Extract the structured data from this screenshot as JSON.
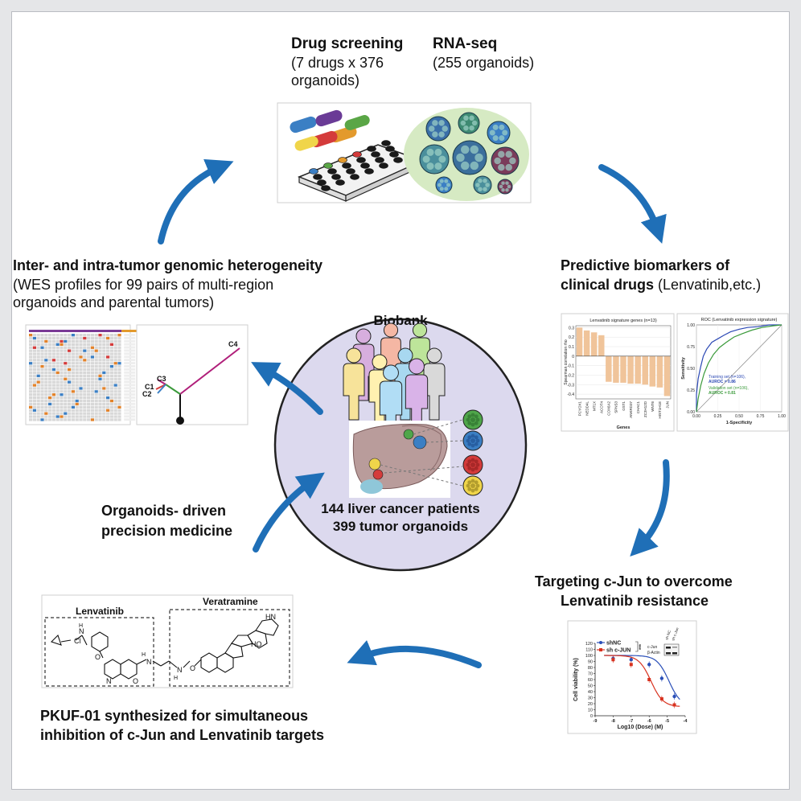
{
  "colors": {
    "arrow": "#1f6fb7",
    "biobank_fill": "#dcd9ee",
    "organoid_bg": "#d6eac3",
    "bar": "#f0c49a",
    "shNC": "#2a4fb8",
    "shcJUN": "#d8321f",
    "training": "#2b48b4",
    "validation": "#3a9a3a"
  },
  "drug_screening": {
    "title": "Drug screening",
    "detail_line1": "(7 drugs x 376",
    "detail_line2": "organoids)"
  },
  "rnaseq": {
    "title": "RNA-seq",
    "detail": "(255 organoids)"
  },
  "heterogeneity": {
    "title": "Inter- and intra-tumor genomic heterogeneity",
    "detail_line1": "(WES profiles for 99 pairs of multi-region",
    "detail_line2": "organoids and parental tumors)",
    "tree_labels": [
      "C4",
      "C3",
      "C1",
      "C2"
    ]
  },
  "biomarkers": {
    "title_line1": "Predictive biomarkers of",
    "title_line2": "clinical drugs",
    "title_suffix": " (Lenvatinib,etc.)"
  },
  "biobank": {
    "title": "Biobank",
    "line1": "144 liver cancer patients",
    "line2": "399 tumor organoids"
  },
  "precision": {
    "line1": "Organoids- driven",
    "line2": "precision medicine"
  },
  "cjun": {
    "line1": "Targeting c-Jun to overcome",
    "line2": "Lenvatinib resistance"
  },
  "pkuf": {
    "line1": "PKUF-01 synthesized for simultaneous",
    "line2": "inhibition of c-Jun and Lenvatinib targets",
    "lenvatinib_label": "Lenvatinib",
    "veratramine_label": "Veratramine",
    "atoms": [
      "Cl",
      "N",
      "H",
      "O",
      "N",
      "O",
      "H",
      "N",
      "H",
      "N",
      "O",
      "HN",
      "HO"
    ]
  },
  "chart_data": [
    {
      "type": "bar",
      "title": "Lenvatinib signature genes (n=13)",
      "xlabel": "Genes",
      "ylabel": "Spearman correlation rho",
      "categories": [
        "PCYOX1",
        "NEDD4L",
        "MT1X",
        "ACOT4",
        "COX6A2",
        "SPNS3",
        "GST1",
        "ANKRD37",
        "CHAC1",
        "ZC3H12D",
        "WNT6",
        "HIST1H1E",
        "JUN"
      ],
      "values": [
        0.3,
        0.27,
        0.25,
        0.22,
        -0.27,
        -0.28,
        -0.28,
        -0.29,
        -0.29,
        -0.3,
        -0.32,
        -0.33,
        -0.42
      ],
      "ylim": [
        -0.45,
        0.32
      ],
      "yticks": [
        "0.3",
        "0.2",
        "0.1",
        "0",
        "-0.1",
        "-0.2",
        "-0.3",
        "-0.4"
      ]
    },
    {
      "type": "line",
      "title": "ROC (Lenvatinib expression signature)",
      "xlabel": "1-Specificity",
      "ylabel": "Sensitivity",
      "xlim": [
        0,
        1
      ],
      "ylim": [
        0,
        1
      ],
      "xticks": [
        "0.00",
        "0.25",
        "0.50",
        "0.75",
        "1.00"
      ],
      "yticks": [
        "0.00",
        "0.25",
        "0.50",
        "0.75",
        "1.00"
      ],
      "series": [
        {
          "name": "Training set (n=106),",
          "auroc": "AUROC = 0.86",
          "x": [
            0,
            0.0,
            0.02,
            0.05,
            0.08,
            0.12,
            0.18,
            0.25,
            0.32,
            0.4,
            0.5,
            0.6,
            0.72,
            0.85,
            1.0
          ],
          "y": [
            0,
            0.2,
            0.38,
            0.52,
            0.64,
            0.72,
            0.8,
            0.84,
            0.88,
            0.92,
            0.95,
            0.97,
            0.98,
            1.0,
            1.0
          ]
        },
        {
          "name": "Validation set (n=106),",
          "auroc": "AUROC = 0.81",
          "x": [
            0,
            0.02,
            0.05,
            0.09,
            0.14,
            0.2,
            0.27,
            0.35,
            0.44,
            0.54,
            0.65,
            0.77,
            0.9,
            1.0
          ],
          "y": [
            0,
            0.15,
            0.3,
            0.44,
            0.56,
            0.66,
            0.74,
            0.8,
            0.86,
            0.9,
            0.94,
            0.97,
            0.99,
            1.0
          ]
        }
      ]
    },
    {
      "type": "line",
      "xlabel": "Log10 (Dose) (M)",
      "ylabel": "Cell viability (%)",
      "xlim": [
        -9,
        -4
      ],
      "ylim": [
        0,
        120
      ],
      "xticks": [
        "-9",
        "-8",
        "-7",
        "-6",
        "-5",
        "-4"
      ],
      "yticks": [
        "0",
        "10",
        "20",
        "30",
        "40",
        "50",
        "60",
        "70",
        "80",
        "90",
        "100",
        "110",
        "120"
      ],
      "legend": [
        "shNC",
        "sh c-JUN"
      ],
      "significance": "***",
      "blot_labels": {
        "cols": [
          "sh NC",
          "sh c-Jun"
        ],
        "rows": [
          "c-Jun",
          "β-Actin"
        ]
      },
      "series": [
        {
          "name": "shNC",
          "x": [
            -8,
            -7,
            -6,
            -5.3,
            -4.6
          ],
          "y": [
            95,
            93,
            85,
            62,
            32
          ]
        },
        {
          "name": "sh c-JUN",
          "x": [
            -8,
            -7,
            -6,
            -5.3,
            -4.6
          ],
          "y": [
            93,
            85,
            60,
            28,
            18
          ]
        }
      ]
    }
  ]
}
